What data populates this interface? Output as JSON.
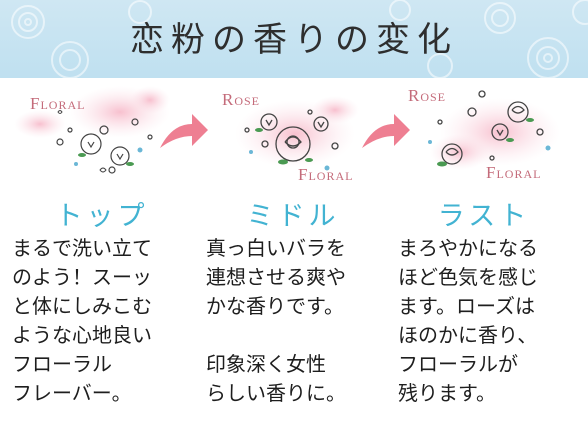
{
  "title": "恋粉の香りの変化",
  "stages": [
    {
      "label": "トップ",
      "scent_words": [
        "Floral"
      ],
      "text": "まるで洗い立て\nのよう！スーッ\nと体にしみこむ\nような心地良い\nフローラル\nフレーバー。"
    },
    {
      "label": "ミドル",
      "scent_words": [
        "Rose",
        "Floral"
      ],
      "text": "真っ白いバラを\n連想させる爽や\nかな香りです。\n\n印象深く女性\nらしい香りに。"
    },
    {
      "label": "ラスト",
      "scent_words": [
        "Rose",
        "Floral"
      ],
      "text": "まろやかになる\nほど色気を感じ\nます。ローズは\nほのかに香り、\nフローラルが\n残ります。"
    }
  ],
  "icons": [
    "rose-pattern",
    "flower-sparkle-icon",
    "arrow-right-icon"
  ],
  "colors": {
    "banner": "#c6e3f2",
    "label": "#42b3d2",
    "scent_word": "#c46b7a",
    "arrow": "#ee7f92",
    "text": "#1e1e1e"
  }
}
